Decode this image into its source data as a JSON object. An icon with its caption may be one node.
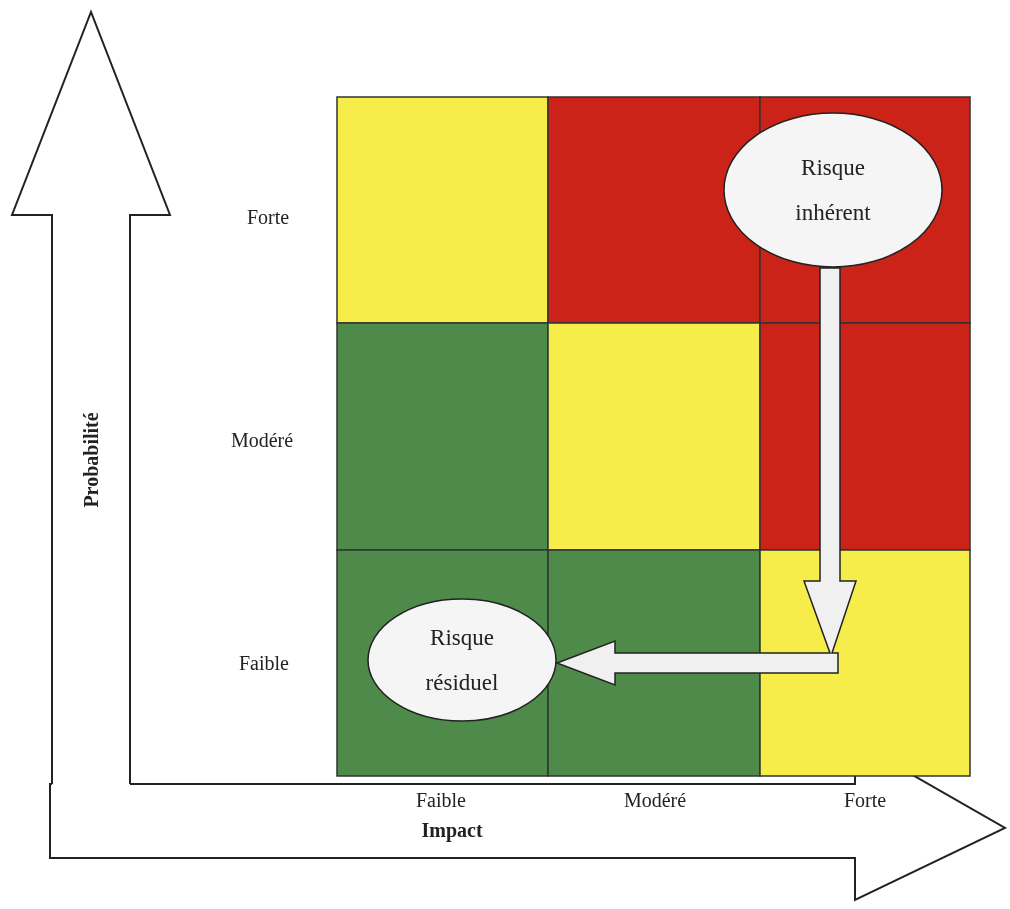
{
  "diagram": {
    "nodes": [
      {
        "text": [
          "Risque inhérent"
        ]
      },
      {
        "text": [
          "Risque résiduel"
        ]
      }
    ],
    "edges": [
      {
        "from": 0,
        "to": 1,
        "arrow": "to"
      }
    ],
    "labels": [
      "Probabilité",
      "Forte",
      "Modéré",
      "Faible",
      "Faible",
      "Modéré",
      "Forte",
      "Impact"
    ]
  }
}
